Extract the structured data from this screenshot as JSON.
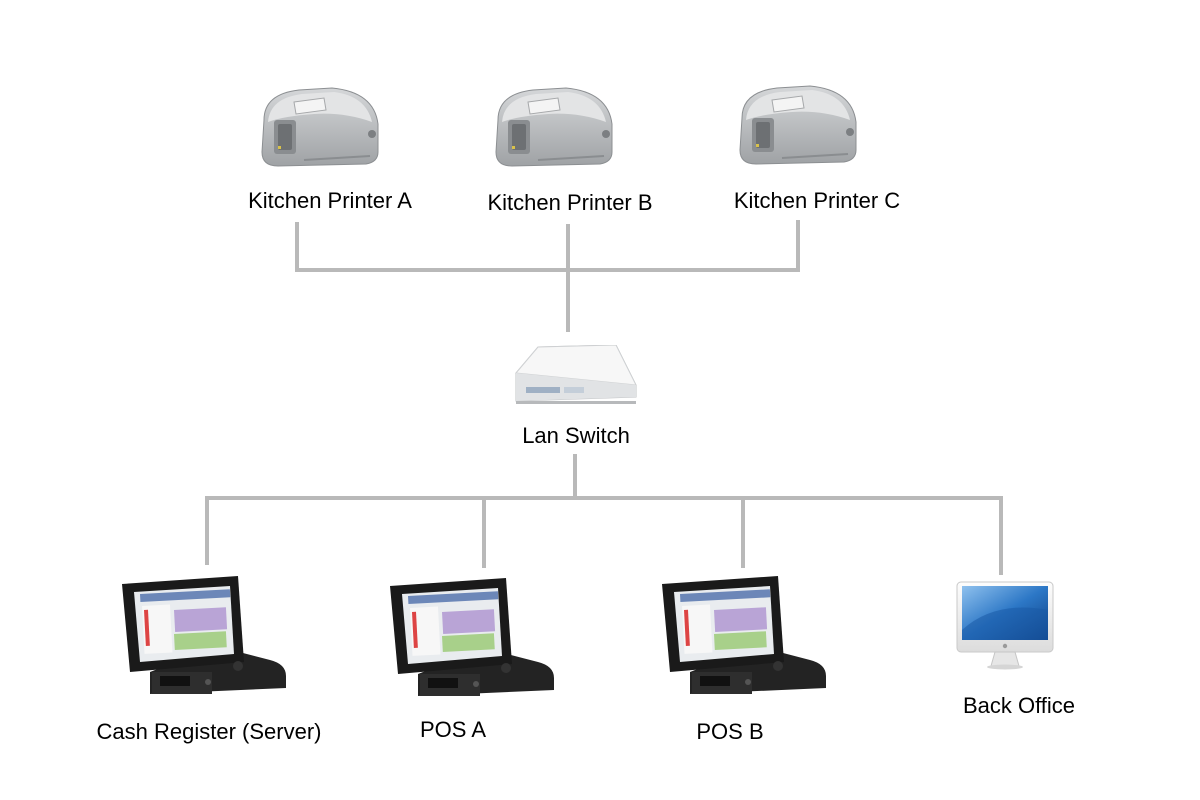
{
  "colors": {
    "connector": "#b9b9b9",
    "printer_body": "#b5b7b9",
    "printer_top": "#d9dadb",
    "switch_body": "#f2f2f2",
    "terminal_frame": "#1c1c1c",
    "monitor_screen": "#1d5fa8"
  },
  "devices": {
    "printer_a": {
      "label": "Kitchen Printer A",
      "icon": "receipt-printer"
    },
    "printer_b": {
      "label": "Kitchen Printer B",
      "icon": "receipt-printer"
    },
    "printer_c": {
      "label": "Kitchen Printer C",
      "icon": "receipt-printer"
    },
    "lan_switch": {
      "label": "Lan Switch",
      "icon": "network-switch"
    },
    "cash_register": {
      "label": "Cash Register (Server)",
      "icon": "pos-terminal"
    },
    "pos_a": {
      "label": "POS A",
      "icon": "pos-terminal"
    },
    "pos_b": {
      "label": "POS B",
      "icon": "pos-terminal"
    },
    "back_office": {
      "label": "Back Office",
      "icon": "desktop-monitor"
    }
  }
}
